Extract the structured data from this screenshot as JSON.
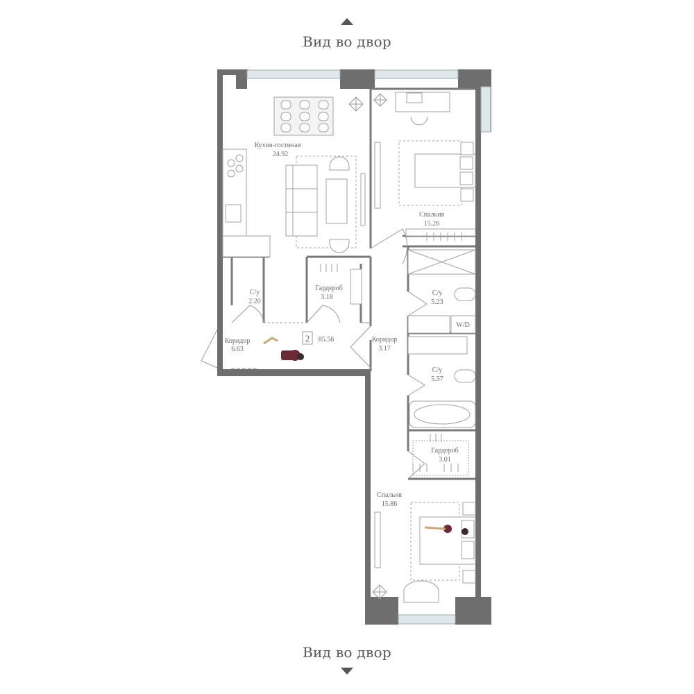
{
  "view": {
    "top": "Вид во двор",
    "bottom": "Вид во двор"
  },
  "apartment": {
    "rooms_count": "2",
    "total_area": "85.56"
  },
  "rooms": {
    "kitchen_living": {
      "name": "Кухня-гостиная",
      "area": "24.92"
    },
    "bathroom_small": {
      "name": "С/у",
      "area": "2.20"
    },
    "wardrobe_1": {
      "name": "Гардероб",
      "area": "3.18"
    },
    "corridor_1": {
      "name": "Коридор",
      "area": "6.63"
    },
    "corridor_2": {
      "name": "Коридор",
      "area": "3.17"
    },
    "bedroom_1": {
      "name": "Спальня",
      "area": "15.26"
    },
    "bathroom_1": {
      "name": "С/у",
      "area": "5.23"
    },
    "bathroom_2": {
      "name": "С/у",
      "area": "5.57"
    },
    "wardrobe_2": {
      "name": "Гардероб",
      "area": "3.01"
    },
    "bedroom_2": {
      "name": "Спальня",
      "area": "15.86"
    }
  },
  "appliance": {
    "washer_dryer": "W/D"
  },
  "colors": {
    "wall": "#6e6e6e",
    "line": "#9a9a9a",
    "window": "#c9d6dc",
    "accent": "#6b2a36"
  }
}
